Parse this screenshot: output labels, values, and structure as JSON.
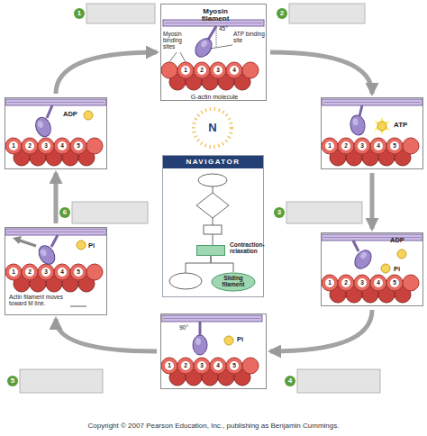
{
  "diagram": {
    "caption": "Copyright © 2007 Pearson Education, Inc., publishing as Benjamin Cummings.",
    "nodes": [
      {
        "text": [
          "Myosin filament",
          "Myosin binding sites",
          "45°",
          "ATP binding site",
          "G-actin molecule"
        ]
      },
      {
        "text": [
          "ATP"
        ]
      },
      {
        "text": [
          "ADP",
          "Pi"
        ]
      },
      {
        "text": [
          "90°",
          "Pi"
        ]
      },
      {
        "text": [
          "Pi",
          "Actin filament moves toward M line."
        ]
      },
      {
        "text": [
          "ADP"
        ]
      },
      {
        "text": [
          "NAVIGATOR"
        ]
      },
      {
        "text": [
          "Contraction-relaxation"
        ],
        "in": 6
      },
      {
        "text": [
          "Sliding filament"
        ],
        "in": 6
      }
    ],
    "edges": [
      {
        "from": 0,
        "to": 1,
        "arrow": "to"
      },
      {
        "from": 1,
        "to": 2,
        "arrow": "to"
      },
      {
        "from": 2,
        "to": 3,
        "arrow": "to"
      },
      {
        "from": 3,
        "to": 4,
        "arrow": "to"
      },
      {
        "from": 4,
        "to": 5,
        "arrow": "to"
      },
      {
        "from": 5,
        "to": 0,
        "arrow": "to"
      },
      {
        "from": 7,
        "to": 8,
        "arrow": "none"
      }
    ],
    "labels": [
      "1",
      "2",
      "3",
      "4",
      "5",
      "6",
      "N",
      "1",
      "2",
      "3",
      "4",
      "1",
      "2",
      "3",
      "4",
      "5",
      "1",
      "2",
      "3",
      "4",
      "5",
      "1",
      "2",
      "3",
      "4",
      "5",
      "1",
      "2",
      "3",
      "4",
      "5",
      "1",
      "2",
      "3",
      "4",
      "5"
    ]
  }
}
